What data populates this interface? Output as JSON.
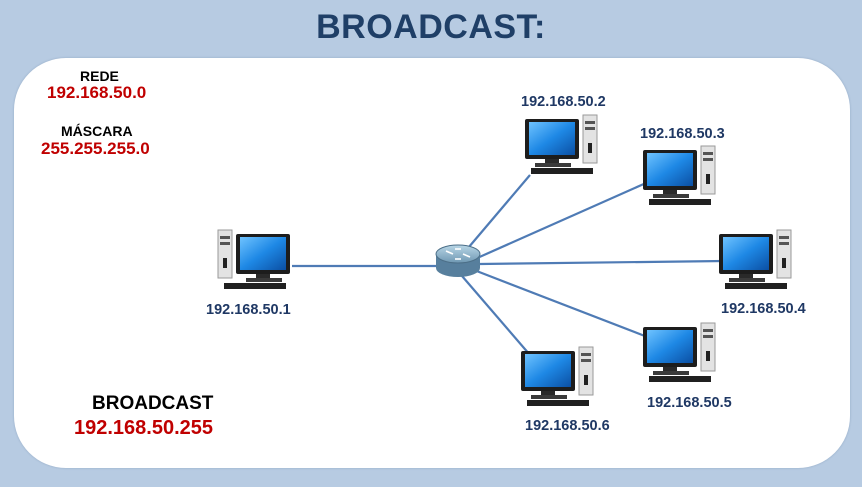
{
  "title": "BROADCAST:",
  "info": {
    "rede_label": "REDE",
    "rede_value": "192.168.50.0",
    "mascara_label": "MÁSCARA",
    "mascara_value": "255.255.255.0",
    "broadcast_label": "BROADCAST",
    "broadcast_value": "192.168.50.255"
  },
  "hosts": [
    {
      "ip": "192.168.50.1"
    },
    {
      "ip": "192.168.50.2"
    },
    {
      "ip": "192.168.50.3"
    },
    {
      "ip": "192.168.50.4"
    },
    {
      "ip": "192.168.50.5"
    },
    {
      "ip": "192.168.50.6"
    }
  ],
  "colors": {
    "background": "#b7cbe2",
    "title": "#1f3f67",
    "accent_red": "#c00000",
    "ip_text": "#1f3864",
    "link": "#4f7bb5"
  }
}
